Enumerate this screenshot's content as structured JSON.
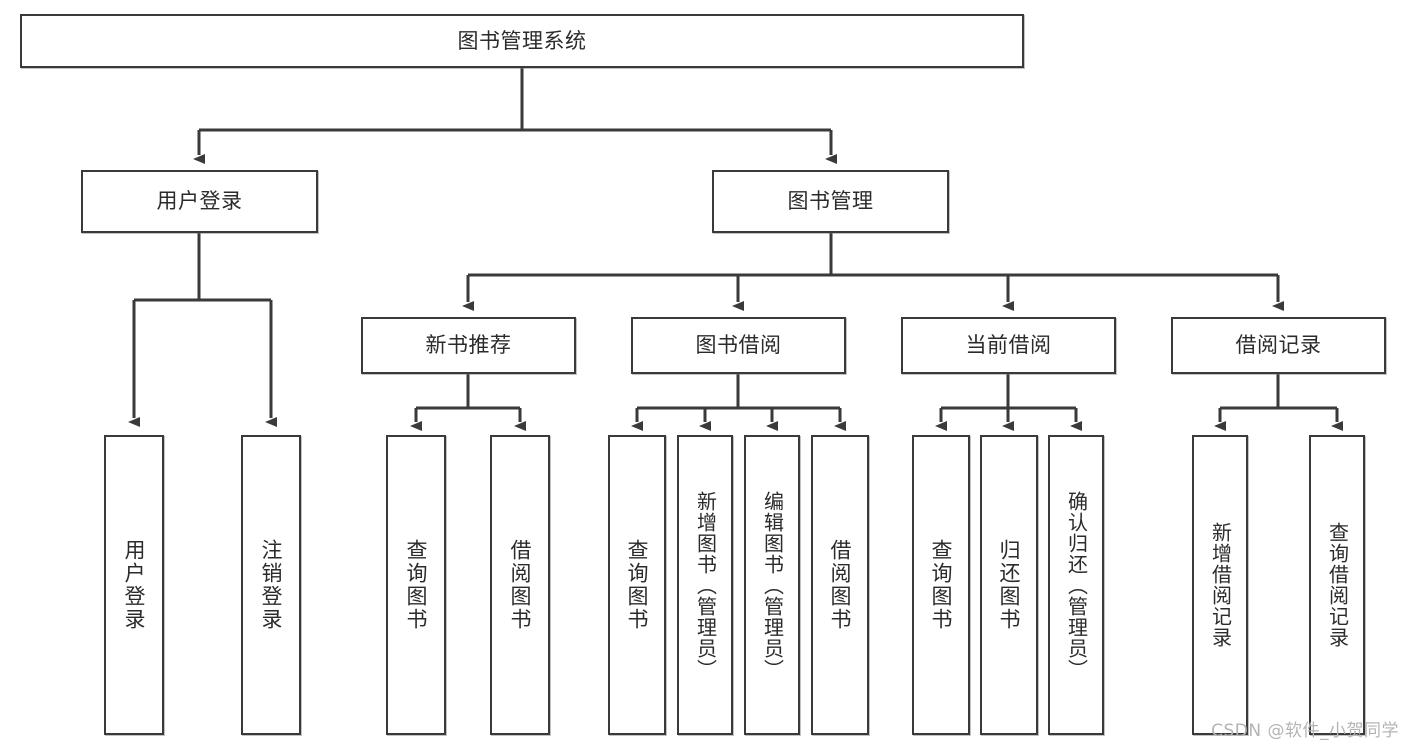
{
  "diagram": {
    "title": "图书管理系统",
    "type": "tree",
    "watermark": "CSDN @软件_小贺同学",
    "colors": {
      "box_border": "#3a3a3a",
      "box_fill": "#ffffff",
      "edge": "#3a3a3a",
      "text": "#2b2b2b",
      "watermark": "#b4b4b4"
    },
    "levels": {
      "root": "图书管理系统",
      "level1": [
        "用户登录",
        "图书管理"
      ],
      "level2": [
        "新书推荐",
        "图书借阅",
        "当前借阅",
        "借阅记录"
      ]
    },
    "nodes": {
      "root": {
        "label": "图书管理系统",
        "orientation": "horizontal"
      },
      "user_login": {
        "label": "用户登录",
        "orientation": "horizontal"
      },
      "book_mgmt": {
        "label": "图书管理",
        "orientation": "horizontal"
      },
      "new_book_rec": {
        "label": "新书推荐",
        "orientation": "horizontal"
      },
      "book_borrow": {
        "label": "图书借阅",
        "orientation": "horizontal"
      },
      "current_borrow": {
        "label": "当前借阅",
        "orientation": "horizontal"
      },
      "borrow_record": {
        "label": "借阅记录",
        "orientation": "horizontal"
      },
      "leaf_user_login": {
        "label": "用户登录",
        "orientation": "vertical"
      },
      "leaf_logout": {
        "label": "注销登录",
        "orientation": "vertical"
      },
      "leaf_query_book_1": {
        "label": "查询图书",
        "orientation": "vertical"
      },
      "leaf_borrow_book_1": {
        "label": "借阅图书",
        "orientation": "vertical"
      },
      "leaf_query_book_2": {
        "label": "查询图书",
        "orientation": "vertical"
      },
      "leaf_add_book": {
        "label": "新增图书（管理员）",
        "orientation": "vertical"
      },
      "leaf_edit_book": {
        "label": "编辑图书（管理员）",
        "orientation": "vertical"
      },
      "leaf_borrow_book_2": {
        "label": "借阅图书",
        "orientation": "vertical"
      },
      "leaf_query_book_3": {
        "label": "查询图书",
        "orientation": "vertical"
      },
      "leaf_return_book": {
        "label": "归还图书",
        "orientation": "vertical"
      },
      "leaf_confirm_return": {
        "label": "确认归还（管理员）",
        "orientation": "vertical"
      },
      "leaf_add_record": {
        "label": "新增借阅记录",
        "orientation": "vertical"
      },
      "leaf_query_record": {
        "label": "查询借阅记录",
        "orientation": "vertical"
      }
    },
    "edges": [
      {
        "from": "图书管理系统",
        "to": "用户登录"
      },
      {
        "from": "图书管理系统",
        "to": "图书管理"
      },
      {
        "from": "用户登录",
        "to": "用户登录"
      },
      {
        "from": "用户登录",
        "to": "注销登录"
      },
      {
        "from": "图书管理",
        "to": "新书推荐"
      },
      {
        "from": "图书管理",
        "to": "图书借阅"
      },
      {
        "from": "图书管理",
        "to": "当前借阅"
      },
      {
        "from": "图书管理",
        "to": "借阅记录"
      },
      {
        "from": "新书推荐",
        "to": "查询图书"
      },
      {
        "from": "新书推荐",
        "to": "借阅图书"
      },
      {
        "from": "图书借阅",
        "to": "查询图书"
      },
      {
        "from": "图书借阅",
        "to": "新增图书（管理员）"
      },
      {
        "from": "图书借阅",
        "to": "编辑图书（管理员）"
      },
      {
        "from": "图书借阅",
        "to": "借阅图书"
      },
      {
        "from": "当前借阅",
        "to": "查询图书"
      },
      {
        "from": "当前借阅",
        "to": "归还图书"
      },
      {
        "from": "当前借阅",
        "to": "确认归还（管理员）"
      },
      {
        "from": "借阅记录",
        "to": "新增借阅记录"
      },
      {
        "from": "借阅记录",
        "to": "查询借阅记录"
      }
    ]
  }
}
